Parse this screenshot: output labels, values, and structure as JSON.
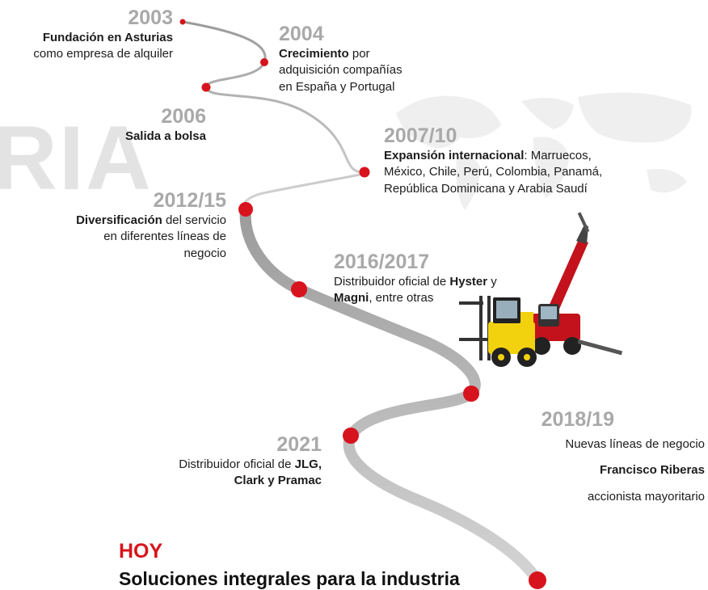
{
  "watermark": "RIA",
  "milestones": [
    {
      "year": "2003",
      "line1_bold": "Fundación en Asturias",
      "line2": "como empresa de alquiler"
    },
    {
      "year": "2004",
      "line1_bold": "Crecimiento",
      "line1_rest": " por",
      "line2": "adquisición compañías",
      "line3": "en España y Portugal"
    },
    {
      "year": "2006",
      "line1_bold": "Salida a bolsa"
    },
    {
      "year": "2007/10",
      "line1_bold": "Expansión internacional",
      "line1_rest": ": Marruecos,",
      "line2": "México, Chile, Perú, Colombia, Panamá,",
      "line3": "República Dominicana y Arabia Saudí"
    },
    {
      "year": "2012/15",
      "line1_bold": "Diversificación",
      "line1_rest": " del servicio",
      "line2": "en diferentes líneas de",
      "line3": "negocio"
    },
    {
      "year": "2016/2017",
      "line1_pre": "Distribuidor oficial de ",
      "line1_bold": "Hyster",
      "line1_rest": " y",
      "line2_bold": "Magni",
      "line2_rest": ", entre otras"
    },
    {
      "year": "2018/19",
      "line1": "Nuevas líneas de negocio",
      "line2_bold": "Francisco Riberas",
      "line3": "accionista mayoritario"
    },
    {
      "year": "2021",
      "line1_pre": "Distribuidor oficial de ",
      "line1_bold": "JLG,",
      "line2_bold": "Clark y Pramac"
    }
  ],
  "hoy": {
    "title": "HOY",
    "subtitle": "Soluciones integrales para la industria"
  },
  "colors": {
    "accent": "#d7131d",
    "year_grey": "#a9a9a9",
    "curve": "#c7c7c7",
    "watermark": "#e3e3e3"
  },
  "icons": [
    "world-map-icon",
    "forklift-icon",
    "telehandler-icon"
  ]
}
